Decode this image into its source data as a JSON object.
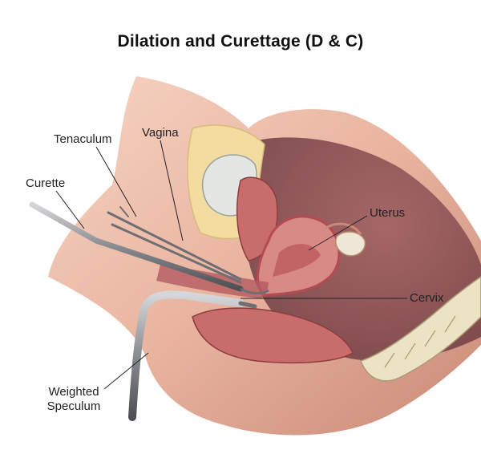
{
  "title": "Dilation and Curettage (D & C)",
  "labels": {
    "tenaculum": "Tenaculum",
    "vagina": "Vagina",
    "curette": "Curette",
    "uterus": "Uterus",
    "cervix": "Cervix",
    "weighted_speculum_line1": "Weighted",
    "weighted_speculum_line2": "Speculum"
  },
  "colors": {
    "skin": "#e9b49f",
    "skin_shadow": "#c98a78",
    "uterus_tissue": "#d88a86",
    "uterus_wall": "#b44b52",
    "fat": "#f2dca0",
    "bladder": "#e3e6e2",
    "instrument": "#6f6f73",
    "spine": "#ece2c4"
  }
}
